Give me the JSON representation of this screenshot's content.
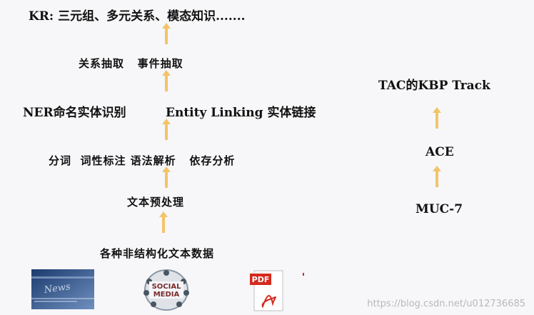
{
  "left_stack": {
    "kr": "KR: 三元组、多元关系、模态知识.......",
    "extraction": "关系抽取   事件抽取",
    "ner": "NER命名实体识别",
    "entity_linking": "Entity Linking 实体链接",
    "nlp_basics": "分词  词性标注 语法解析   依存分析",
    "preprocess": "文本预处理",
    "source": "各种非结构化文本数据"
  },
  "right_stack": {
    "tac": "TAC的KBP Track",
    "ace": "ACE",
    "muc": "MUC-7"
  },
  "images": {
    "news_word": "News",
    "social_line1": "SOCIAL",
    "social_line2": "MEDIA",
    "pdf_word": "PDF"
  },
  "watermark": "https://blog.csdn.net/u012736685",
  "colors": {
    "arrow": "#f2c46a",
    "pdf_red": "#d42a1e",
    "news_blue": "#2c4f86"
  }
}
